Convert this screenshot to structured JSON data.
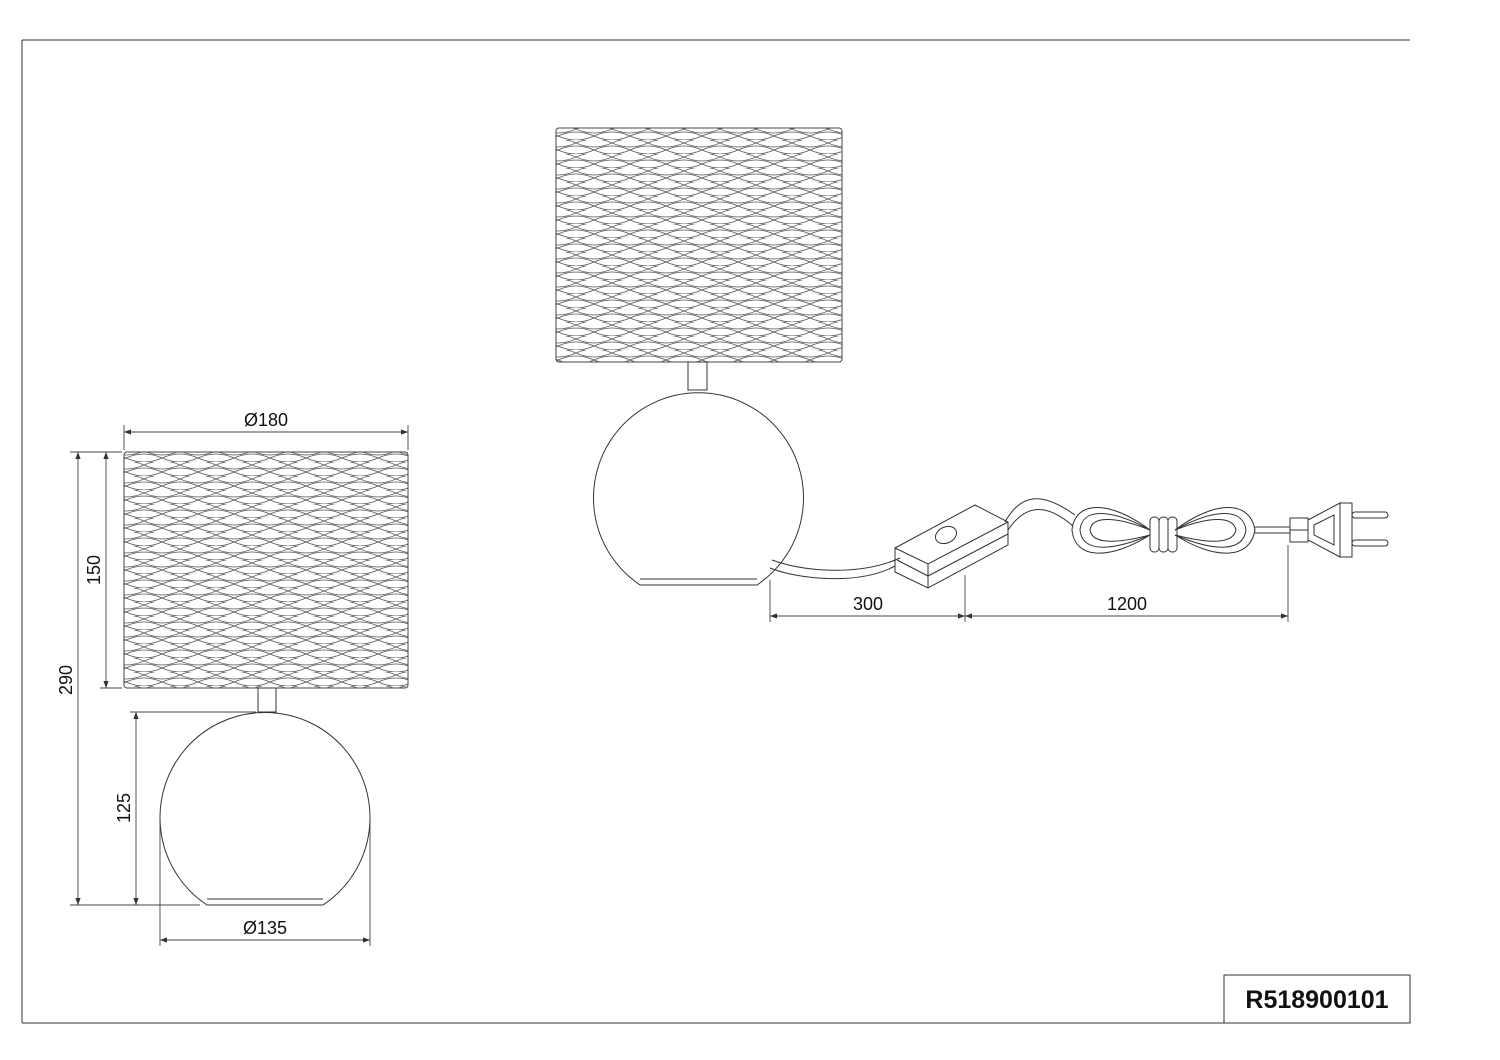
{
  "drawing": {
    "part_number": "R518900101",
    "dimensions": {
      "shade_diameter": "Ø180",
      "base_diameter": "Ø135",
      "total_height": "290",
      "shade_height": "150",
      "base_height": "125",
      "cable_to_switch": "300",
      "switch_to_plug": "1200"
    }
  }
}
